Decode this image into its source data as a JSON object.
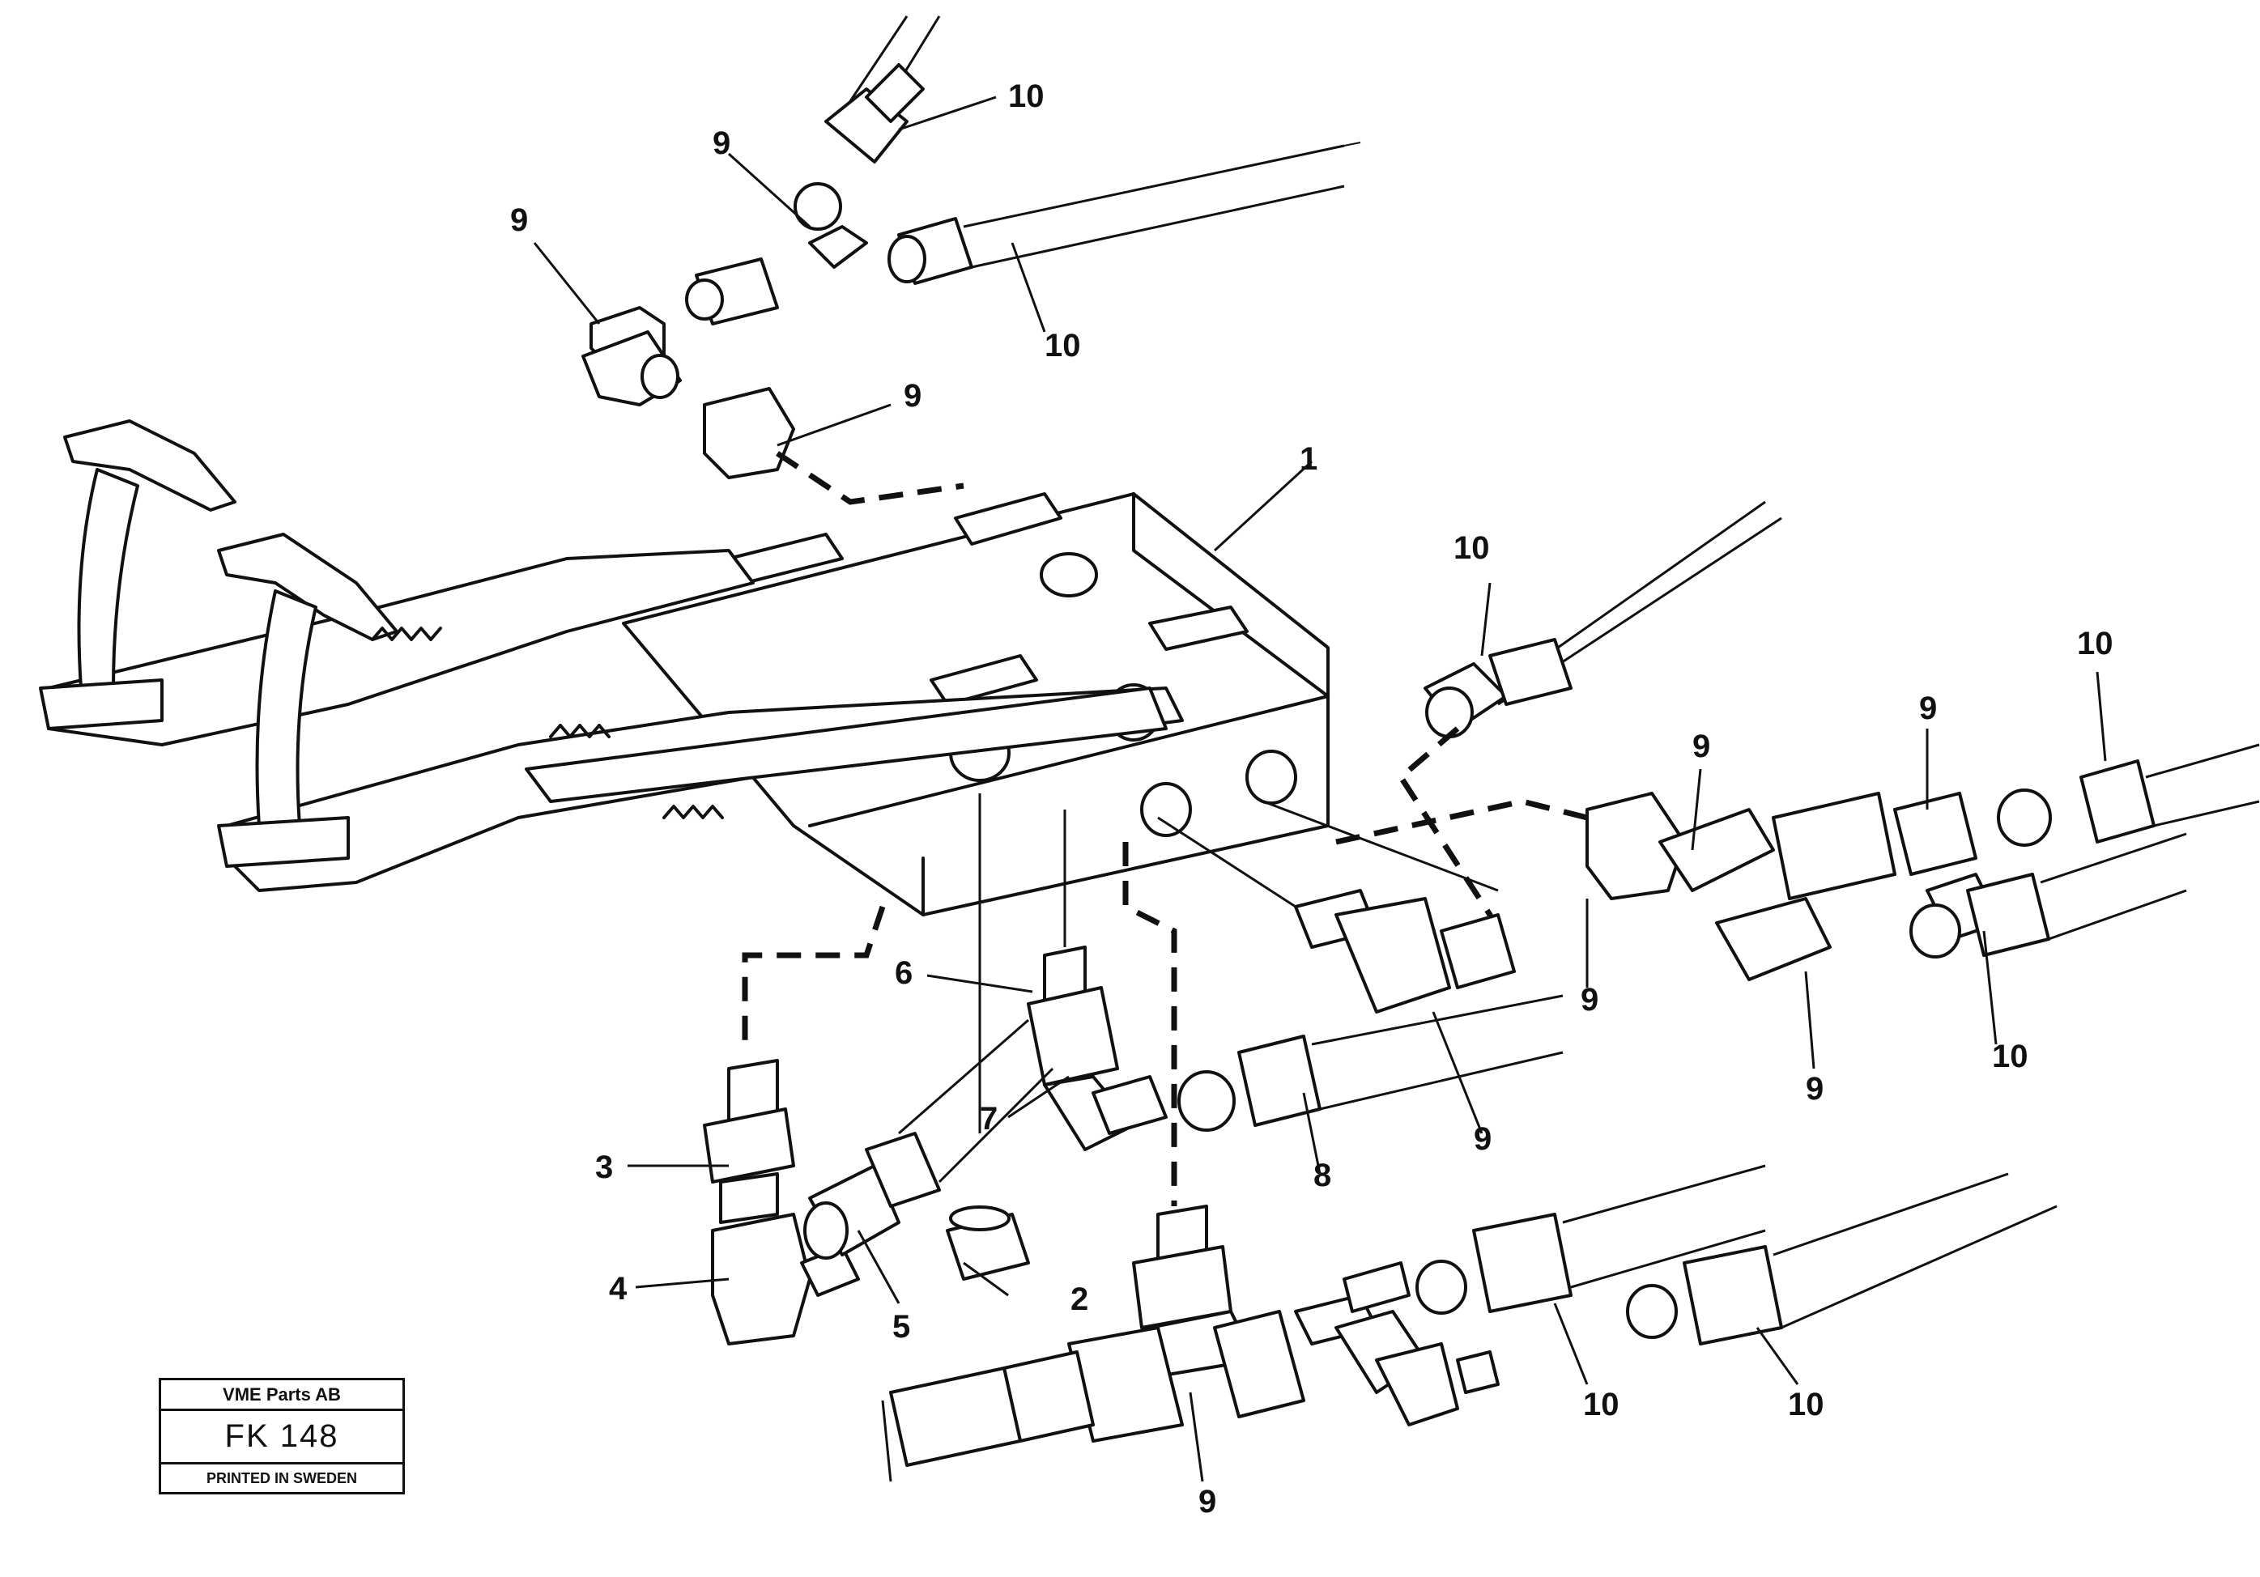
{
  "callouts": [
    {
      "n": "1"
    },
    {
      "n": "2"
    },
    {
      "n": "3"
    },
    {
      "n": "4"
    },
    {
      "n": "5"
    },
    {
      "n": "6"
    },
    {
      "n": "7"
    },
    {
      "n": "8"
    },
    {
      "n": "9"
    },
    {
      "n": "10"
    }
  ],
  "stamp": {
    "company": "VME Parts AB",
    "figure": "FK 148",
    "printed": "PRINTED IN SWEDEN"
  }
}
